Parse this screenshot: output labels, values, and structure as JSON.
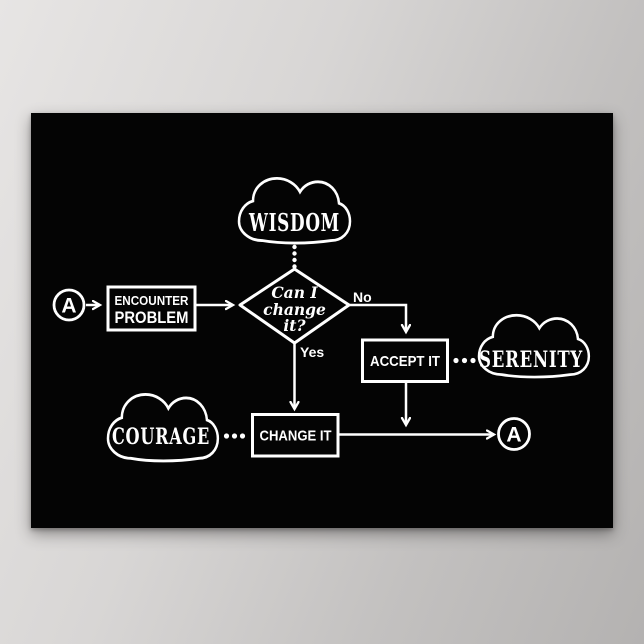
{
  "backdrop": {
    "color_light": "#e7e5e4",
    "color_dark": "#b4b2b1"
  },
  "poster": {
    "bg_color": "#040404",
    "line_color": "#ffffff",
    "start_node": {
      "label": "A"
    },
    "end_node": {
      "label": "A"
    },
    "encounter_box": {
      "line1": "ENCOUNTER",
      "line2": "PROBLEM"
    },
    "decision_diamond": {
      "line1": "Can I",
      "line2": "change",
      "line3": "it?"
    },
    "branch_labels": {
      "no": "No",
      "yes": "Yes"
    },
    "accept_box": {
      "label": "ACCEPT IT"
    },
    "change_box": {
      "label": "CHANGE IT"
    },
    "clouds": {
      "wisdom": "WISDOM",
      "serenity": "SERENITY",
      "courage": "COURAGE"
    }
  }
}
